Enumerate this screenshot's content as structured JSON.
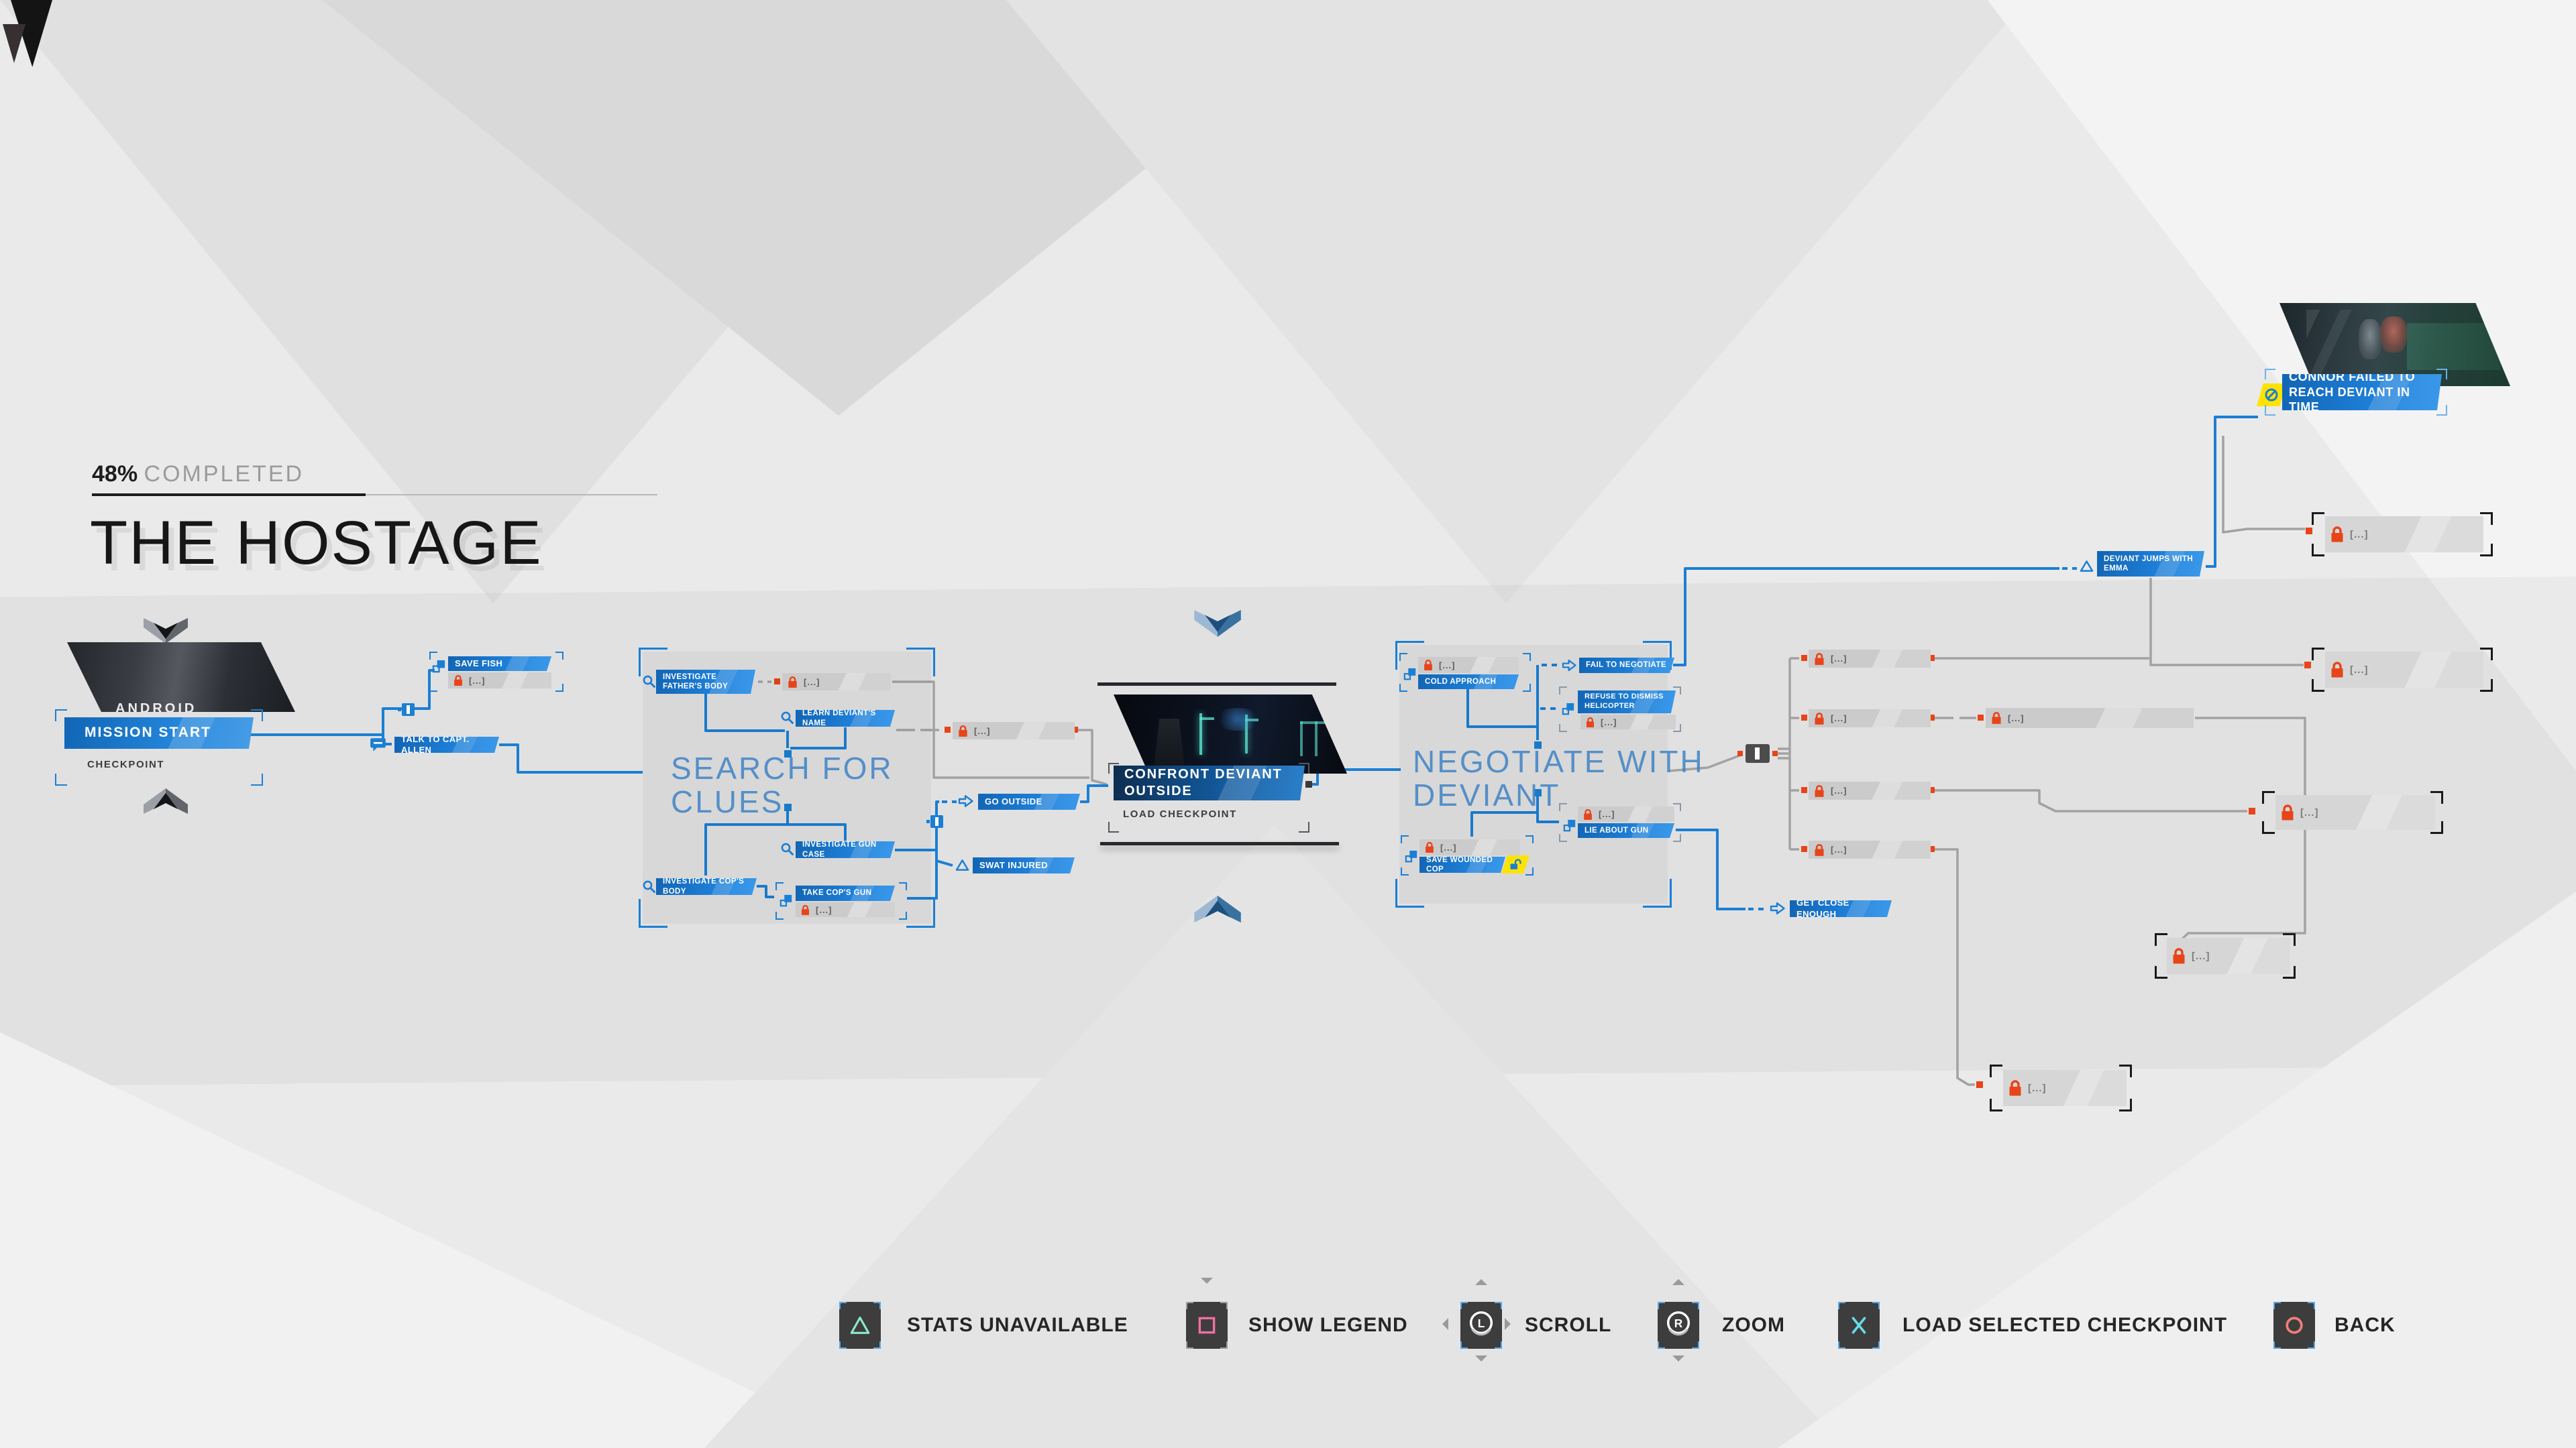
{
  "header": {
    "percent": "48%",
    "completed_label": "COMPLETED",
    "title": "THE HOSTAGE"
  },
  "flowchart": {
    "locked_label": "[...]",
    "mission_start": {
      "title": "MISSION START",
      "subtitle": "CHECKPOINT",
      "thumb_logo": "ANDROID"
    },
    "save_fish": {
      "label": "SAVE FISH"
    },
    "talk_to_capt_allen": {
      "label": "TALK TO CAPT. ALLEN"
    },
    "search_for_clues": {
      "line1": "SEARCH FOR",
      "line2": "CLUES"
    },
    "investigate_fathers_body": {
      "label": "INVESTIGATE FATHER'S BODY"
    },
    "learn_deviants_name": {
      "label": "LEARN DEVIANT'S NAME"
    },
    "investigate_gun_case": {
      "label": "INVESTIGATE GUN CASE"
    },
    "investigate_cops_body": {
      "label": "INVESTIGATE COP'S BODY"
    },
    "take_cops_gun": {
      "label": "TAKE COP'S GUN"
    },
    "go_outside": {
      "label": "GO OUTSIDE"
    },
    "swat_injured": {
      "label": "SWAT INJURED"
    },
    "confront_deviant_outside": {
      "title": "CONFRONT DEVIANT OUTSIDE",
      "subtitle": "LOAD CHECKPOINT"
    },
    "negotiate_with_deviant": {
      "line1": "NEGOTIATE WITH",
      "line2": "DEVIANT"
    },
    "cold_approach": {
      "label": "COLD APPROACH"
    },
    "fail_to_negotiate": {
      "label": "FAIL TO NEGOTIATE"
    },
    "refuse_to_dismiss_helicopter": {
      "label": "REFUSE TO DISMISS HELICOPTER"
    },
    "lie_about_gun": {
      "label": "LIE ABOUT GUN"
    },
    "save_wounded_cop": {
      "label": "SAVE WOUNDED COP"
    },
    "get_close_enough": {
      "label": "GET CLOSE ENOUGH"
    },
    "deviant_jumps_with_emma": {
      "label": "DEVIANT JUMPS WITH EMMA"
    },
    "connor_failed": {
      "label": "CONNOR FAILED TO REACH DEVIANT IN TIME"
    }
  },
  "legend": [
    {
      "button": "triangle",
      "glyph": "",
      "label": "STATS UNAVAILABLE"
    },
    {
      "button": "square",
      "glyph": "",
      "label": "SHOW LEGEND"
    },
    {
      "button": "l-stick",
      "glyph": "L",
      "label": "SCROLL"
    },
    {
      "button": "r-stick",
      "glyph": "R",
      "label": "ZOOM"
    },
    {
      "button": "x",
      "glyph": "",
      "label": "LOAD SELECTED CHECKPOINT"
    },
    {
      "button": "circle",
      "glyph": "",
      "label": "BACK"
    }
  ],
  "colors": {
    "accent_blue": "#1b7fd4",
    "locked_red": "#e8441a",
    "badge_yellow": "#ffe300",
    "triangle_teal": "#8ee9cf",
    "square_pink": "#f06fa0",
    "cross_cyan": "#66dbe8",
    "circle_red": "#ef8077"
  }
}
